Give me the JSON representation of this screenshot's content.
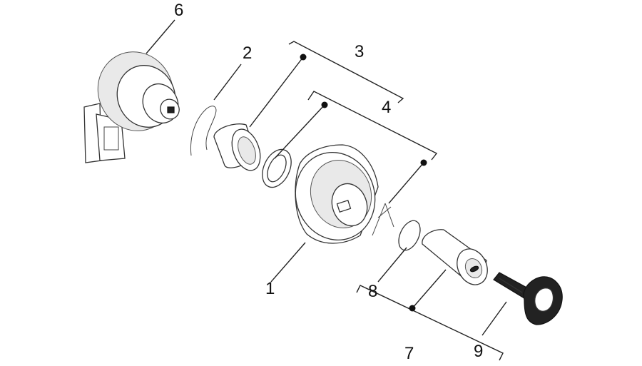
{
  "labels": {
    "l1": "1",
    "l2": "2",
    "l3": "3",
    "l4": "4",
    "l6": "6",
    "l7": "7",
    "l8": "8",
    "l9": "9"
  }
}
